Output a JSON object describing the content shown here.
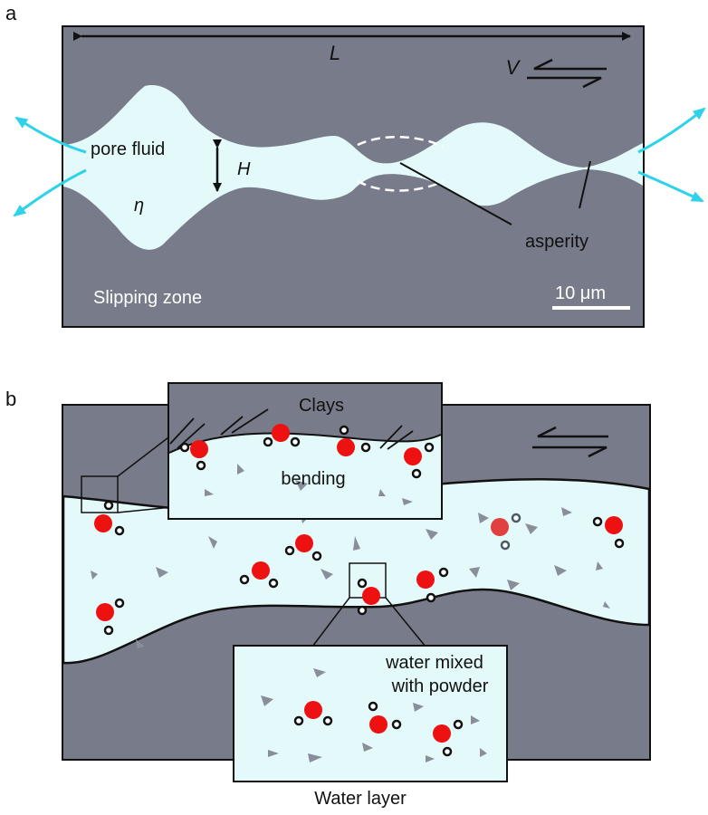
{
  "panel_a": {
    "label": "a",
    "length_label": "L",
    "velocity_label": "V",
    "fluid_label": "pore fluid",
    "height_label": "H",
    "viscosity_label": "η",
    "asperity_label": "asperity",
    "zone_label": "Slipping zone",
    "scale_label": "10 μm"
  },
  "panel_b": {
    "label": "b",
    "inset_top_title": "Clays",
    "inset_top_sub": "bending",
    "inset_bottom_line1": "water mixed",
    "inset_bottom_line2": "with powder",
    "caption": "Water layer"
  },
  "colors": {
    "rock": "#787c8a",
    "fluid": "#e4fafa",
    "arrow_cyan": "#2ed3ea",
    "oxygen": "#ee1111",
    "outline": "#111111"
  }
}
